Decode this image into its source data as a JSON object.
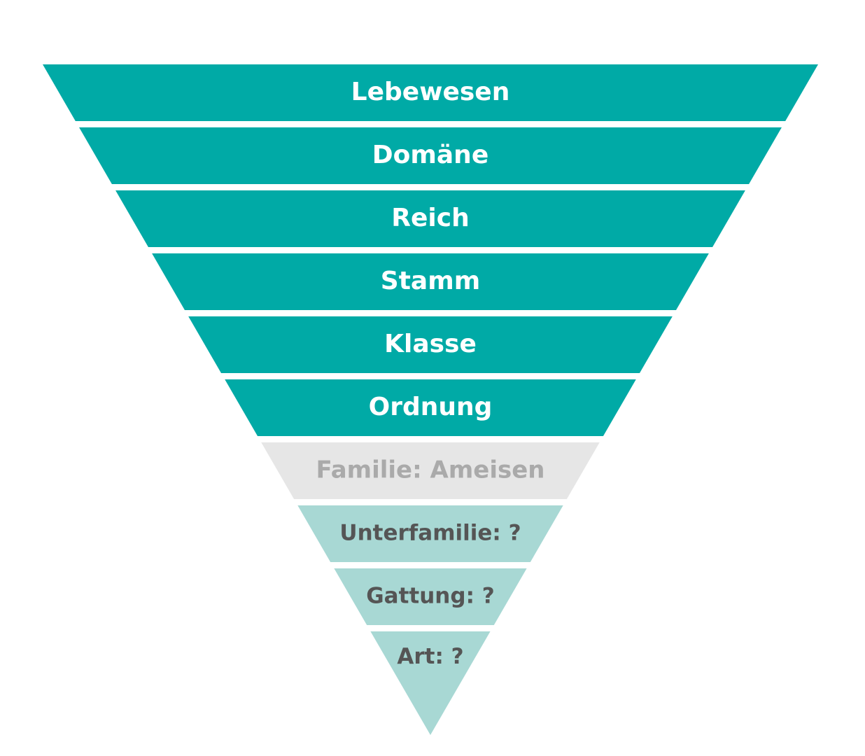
{
  "colors": {
    "teal": "#00aaa6",
    "light_teal": "#a8d8d4",
    "highlight": "#e6e6e6",
    "text_white": "#ffffff",
    "text_gray": "#aaaaaa",
    "text_dark": "#555555"
  },
  "levels": [
    {
      "label": "Lebewesen",
      "style": "teal"
    },
    {
      "label": "Domäne",
      "style": "teal"
    },
    {
      "label": "Reich",
      "style": "teal"
    },
    {
      "label": "Stamm",
      "style": "teal"
    },
    {
      "label": "Klasse",
      "style": "teal"
    },
    {
      "label": "Ordnung",
      "style": "teal"
    },
    {
      "label": "Familie: Ameisen",
      "style": "highlight"
    },
    {
      "label": "Unterfamilie: ?",
      "style": "light_teal"
    },
    {
      "label": "Gattung: ?",
      "style": "light_teal"
    },
    {
      "label": "Art: ?",
      "style": "light_teal"
    }
  ]
}
